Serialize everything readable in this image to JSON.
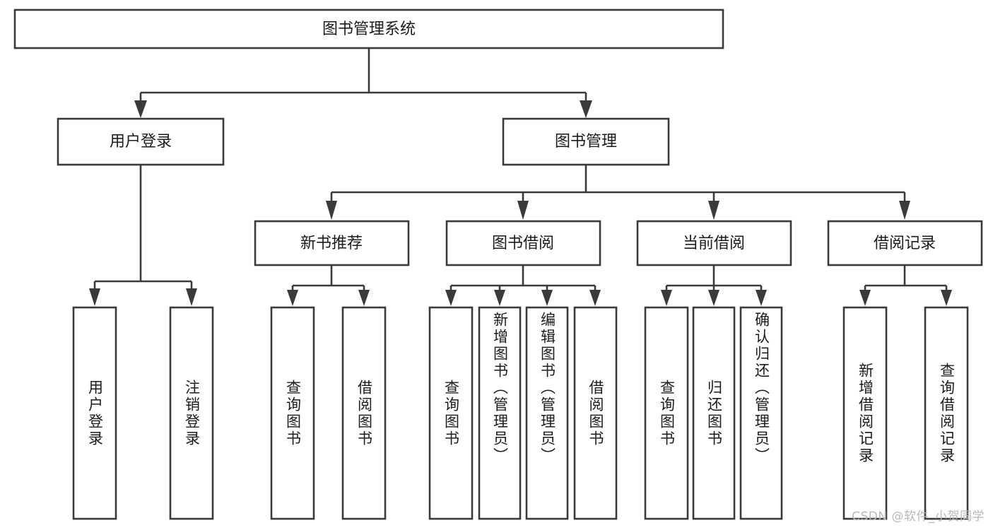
{
  "diagram": {
    "title": "图书管理系统",
    "type": "tree",
    "background_color": "#ffffff",
    "line_color": "#3a3a3a",
    "text_color": "#1b1b1b",
    "box_fill": "#ffffff"
  },
  "watermark": {
    "text": "CSDN @软件_小贺同学",
    "color": "#b9b9b9"
  },
  "nodes": {
    "root": {
      "label": "图书管理系统"
    },
    "level2": [
      {
        "id": "user-login",
        "label": "用户登录"
      },
      {
        "id": "book-manage",
        "label": "图书管理"
      }
    ],
    "level3": [
      {
        "id": "new-book-recommend",
        "label": "新书推荐"
      },
      {
        "id": "book-borrow",
        "label": "图书借阅"
      },
      {
        "id": "current-borrow",
        "label": "当前借阅"
      },
      {
        "id": "borrow-record",
        "label": "借阅记录"
      }
    ],
    "leaves": [
      {
        "id": "leaf-user-login",
        "label": "用户登录",
        "parent": "user-login"
      },
      {
        "id": "leaf-logout-login",
        "label": "注销登录",
        "parent": "user-login"
      },
      {
        "id": "leaf-query-book-1",
        "label": "查询图书",
        "parent": "new-book-recommend"
      },
      {
        "id": "leaf-borrow-book-1",
        "label": "借阅图书",
        "parent": "new-book-recommend"
      },
      {
        "id": "leaf-query-book-2",
        "label": "查询图书",
        "parent": "book-borrow"
      },
      {
        "id": "leaf-add-book",
        "label": "新增图书（管理员）",
        "parent": "book-borrow"
      },
      {
        "id": "leaf-edit-book",
        "label": "编辑图书（管理员）",
        "parent": "book-borrow"
      },
      {
        "id": "leaf-borrow-book-2",
        "label": "借阅图书",
        "parent": "book-borrow"
      },
      {
        "id": "leaf-query-book-3",
        "label": "查询图书",
        "parent": "current-borrow"
      },
      {
        "id": "leaf-return-book",
        "label": "归还图书",
        "parent": "current-borrow"
      },
      {
        "id": "leaf-confirm-return",
        "label": "确认归还（管理员）",
        "parent": "current-borrow"
      },
      {
        "id": "leaf-add-record",
        "label": "新增借阅记录",
        "parent": "borrow-record"
      },
      {
        "id": "leaf-query-record",
        "label": "查询借阅记录",
        "parent": "borrow-record"
      }
    ]
  }
}
